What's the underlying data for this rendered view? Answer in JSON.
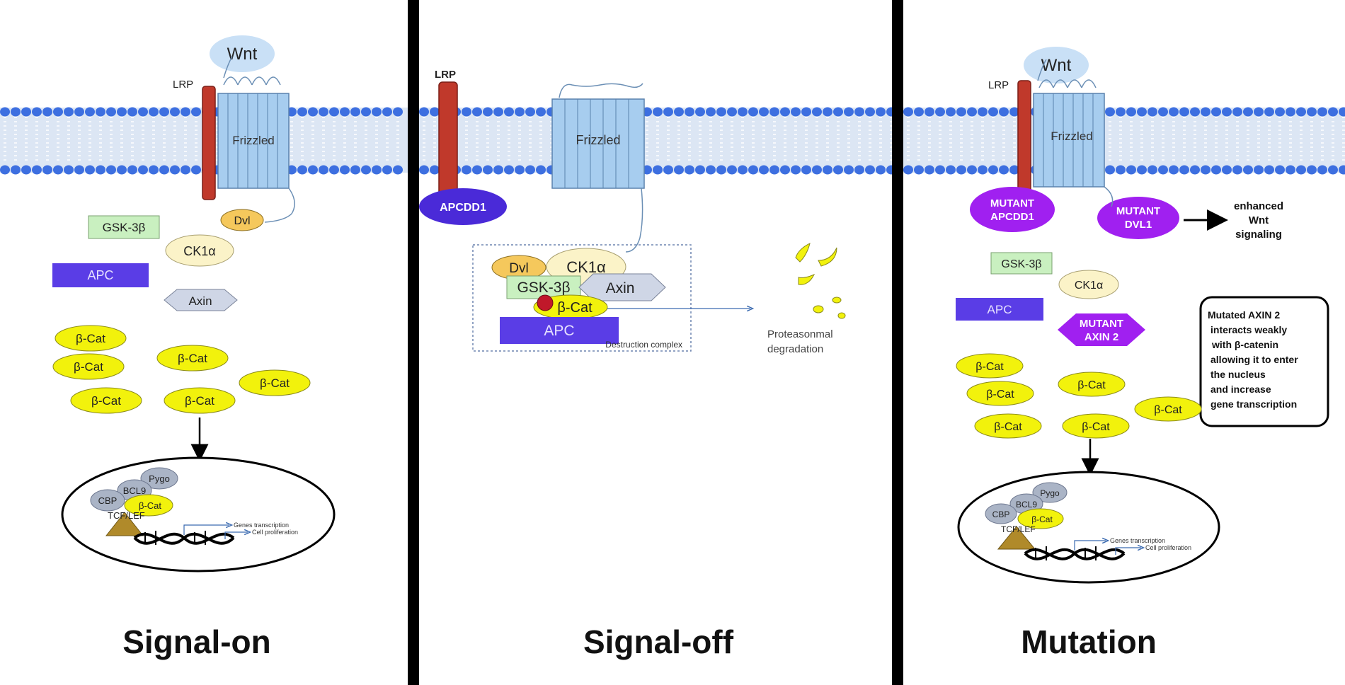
{
  "panels": {
    "signal_on": {
      "title": "Signal-on",
      "wnt": "Wnt",
      "lrp": "LRP",
      "frizzled": "Frizzled",
      "dvl": "Dvl",
      "gsk": "GSK-3β",
      "ck1a": "CK1α",
      "apc": "APC",
      "axin": "Axin",
      "bcat": "β-Cat",
      "pygo": "Pygo",
      "bcl9": "BCL9",
      "cbp": "CBP",
      "tcf": "TCF/LEF",
      "genes_transcription": "Genes transcription",
      "cell_proliferation": "Cell proliferation"
    },
    "signal_off": {
      "title": "Signal-off",
      "lrp": "LRP",
      "frizzled": "Frizzled",
      "apcdd1": "APCDD1",
      "dvl": "Dvl",
      "ck1a": "CK1α",
      "gsk": "GSK-3β",
      "axin": "Axin",
      "bcat": "β-Cat",
      "apc": "APC",
      "destruction_complex": "Destruction complex",
      "proteasomal_line1": "Proteasonmal",
      "proteasomal_line2": "degradation"
    },
    "mutation": {
      "title": "Mutation",
      "wnt": "Wnt",
      "lrp": "LRP",
      "frizzled": "Frizzled",
      "mutant_apcdd1_line1": "MUTANT",
      "mutant_apcdd1_line2": "APCDD1",
      "mutant_dvl1_line1": "MUTANT",
      "mutant_dvl1_line2": "DVL1",
      "enhanced_line1": "enhanced",
      "enhanced_line2": "Wnt",
      "enhanced_line3": "signaling",
      "gsk": "GSK-3β",
      "ck1a": "CK1α",
      "apc": "APC",
      "mutant_axin_line1": "MUTANT",
      "mutant_axin_line2": "AXIN 2",
      "bcat": "β-Cat",
      "note_line1": "Mutated AXIN 2",
      "note_line2": "interacts weakly",
      "note_line3": "with β-catenin",
      "note_line4": "allowing it to enter",
      "note_line5": "the nucleus",
      "note_line6": "and increase",
      "note_line7": "gene transcription",
      "pygo": "Pygo",
      "bcl9": "BCL9",
      "cbp": "CBP",
      "tcf": "TCF/LEF",
      "genes_transcription": "Genes transcription",
      "cell_proliferation": "Cell proliferation"
    }
  },
  "colors": {
    "membrane_head": "#3d6fe0",
    "membrane_tail": "#dce6f4",
    "frizzled": "#a7cdef",
    "lrp": "#c0392b",
    "bcat": "#f2f20c",
    "apc": "#5a3de6",
    "gsk": "#c9f0c0",
    "ck1a": "#fbf3c8",
    "axin": "#cfd6e6",
    "dvl": "#f5c85c",
    "mutant": "#a020f0",
    "apcdd1": "#4a2ad8",
    "wnt": "#c9e0f6",
    "nucleus_proteins": "#aab4c6",
    "tcf": "#b08a2a",
    "phospho": "#c0182a"
  }
}
